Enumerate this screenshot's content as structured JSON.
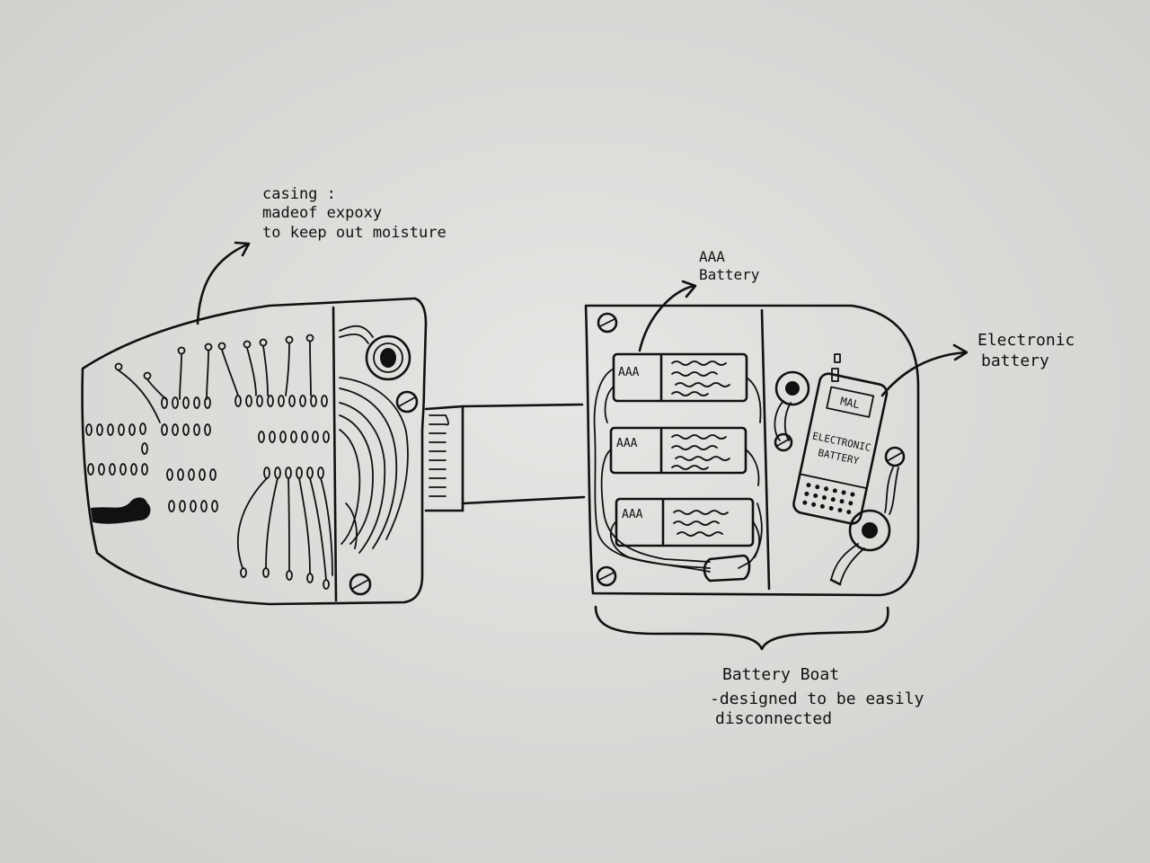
{
  "annotations": {
    "casing": {
      "title": "casing :",
      "line1": "madeof expoxy",
      "line2": "to keep out moisture"
    },
    "aaa_battery": {
      "line1": "AAA",
      "line2": "Battery"
    },
    "electronic_battery": {
      "line1": "Electronic",
      "line2": "battery"
    },
    "battery_boat": {
      "line1": "Battery Boat",
      "line2": "-designed to be easily",
      "line3": "disconnected"
    }
  },
  "cells": [
    {
      "label": "AAA"
    },
    {
      "label": "AAA"
    },
    {
      "label": "AAA"
    }
  ],
  "electronic_battery_labels": {
    "top": "MAL",
    "body_line1": "ELECTRONIC",
    "body_line2": "BATTERY"
  }
}
